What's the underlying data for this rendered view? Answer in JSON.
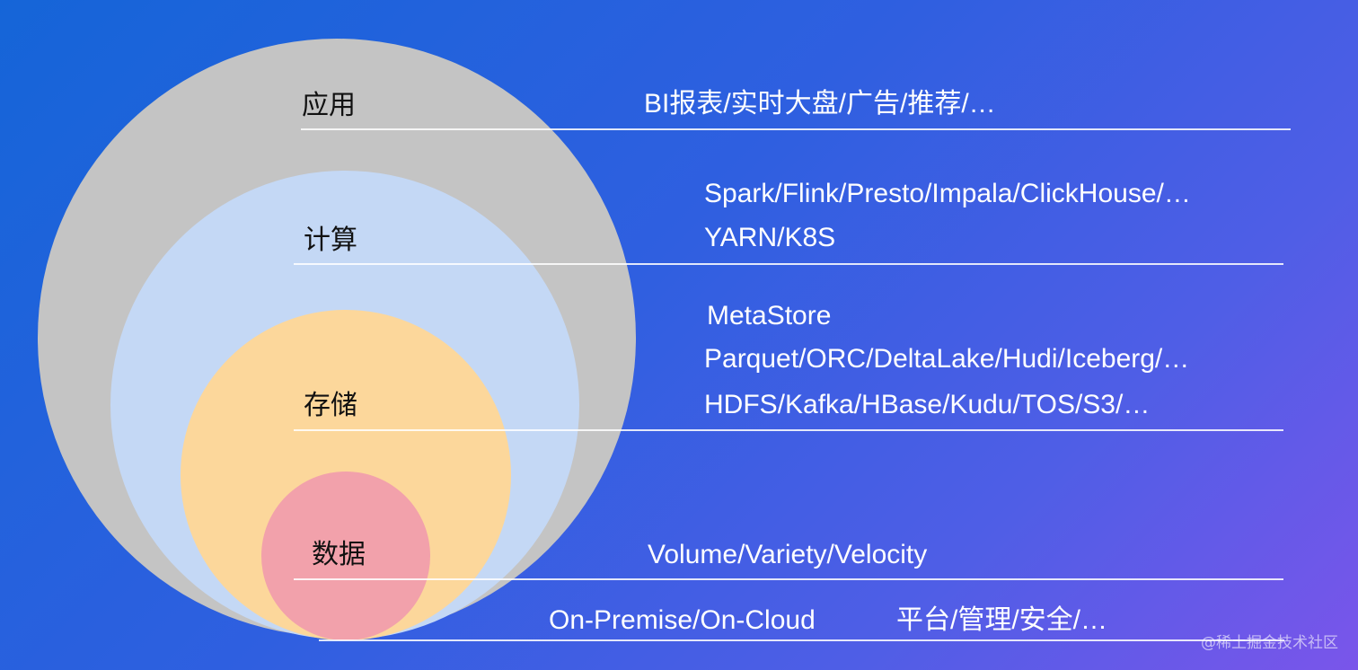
{
  "colors": {
    "app_circle": "#c4c4c4",
    "compute_circle": "#c4d8f5",
    "storage_circle": "#fcd79b",
    "data_circle": "#f2a1ab"
  },
  "layers": {
    "app": {
      "label": "应用",
      "items": [
        "BI报表/实时大盘/广告/推荐/…"
      ]
    },
    "compute": {
      "label": "计算",
      "items": [
        "Spark/Flink/Presto/Impala/ClickHouse/…",
        "YARN/K8S"
      ]
    },
    "storage": {
      "label": "存储",
      "items": [
        "MetaStore",
        "Parquet/ORC/DeltaLake/Hudi/Iceberg/…",
        "HDFS/Kafka/HBase/Kudu/TOS/S3/…"
      ]
    },
    "data": {
      "label": "数据",
      "items": [
        "Volume/Variety/Velocity"
      ]
    }
  },
  "foundation": {
    "deployment": "On-Premise/On-Cloud",
    "platform": "平台/管理/安全/…"
  },
  "watermark": "@稀土掘金技术社区"
}
